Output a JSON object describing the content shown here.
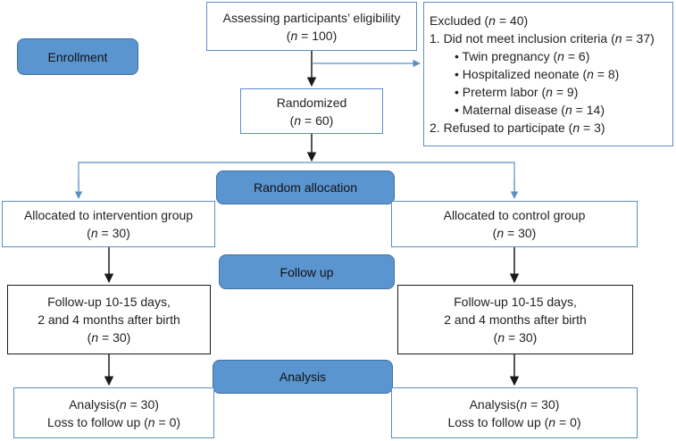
{
  "colors": {
    "stage_fill": "#5b95d0",
    "blue_border": "#5b8fc5",
    "black_border": "#1a1a1a"
  },
  "stages": {
    "enrollment": "Enrollment",
    "random_allocation": "Random allocation",
    "follow_up": "Follow up",
    "analysis": "Analysis"
  },
  "eligibility": {
    "title": "Assessing participants’ eligibility",
    "n": "100"
  },
  "excluded": {
    "title_prefix": "Excluded (",
    "n": "40",
    "item1_prefix": "1. Did not meet inclusion criteria (",
    "item1_n": "37",
    "sub_items": [
      {
        "label": "• Twin pregnancy (",
        "n": "6"
      },
      {
        "label": "• Hospitalized neonate (",
        "n": "8"
      },
      {
        "label": "• Preterm labor (",
        "n": "9"
      },
      {
        "label": "• Maternal disease (",
        "n": "14"
      }
    ],
    "item2_prefix": "2. Refused to participate (",
    "item2_n": "3"
  },
  "randomized": {
    "title": "Randomized",
    "n": "60"
  },
  "intervention": {
    "allocated_title": "Allocated to intervention group",
    "allocated_n": "30",
    "followup_line1": "Follow-up 10-15 days,",
    "followup_line2": "2 and 4 months after birth",
    "followup_n": "30",
    "analysis_prefix": "Analysis(",
    "analysis_n": "30",
    "loss_prefix": "Loss to follow up (",
    "loss_n": "0"
  },
  "control": {
    "allocated_title": "Allocated to control group",
    "allocated_n": "30",
    "followup_line1": "Follow-up 10-15 days,",
    "followup_line2": "2 and 4 months after birth",
    "followup_n": "30",
    "analysis_prefix": "Analysis(",
    "analysis_n": "30",
    "loss_prefix": "Loss to follow up (",
    "loss_n": "0"
  },
  "symbols": {
    "n_letter": "n",
    "equals": " = ",
    "close_paren": ")",
    "open_paren": "("
  }
}
